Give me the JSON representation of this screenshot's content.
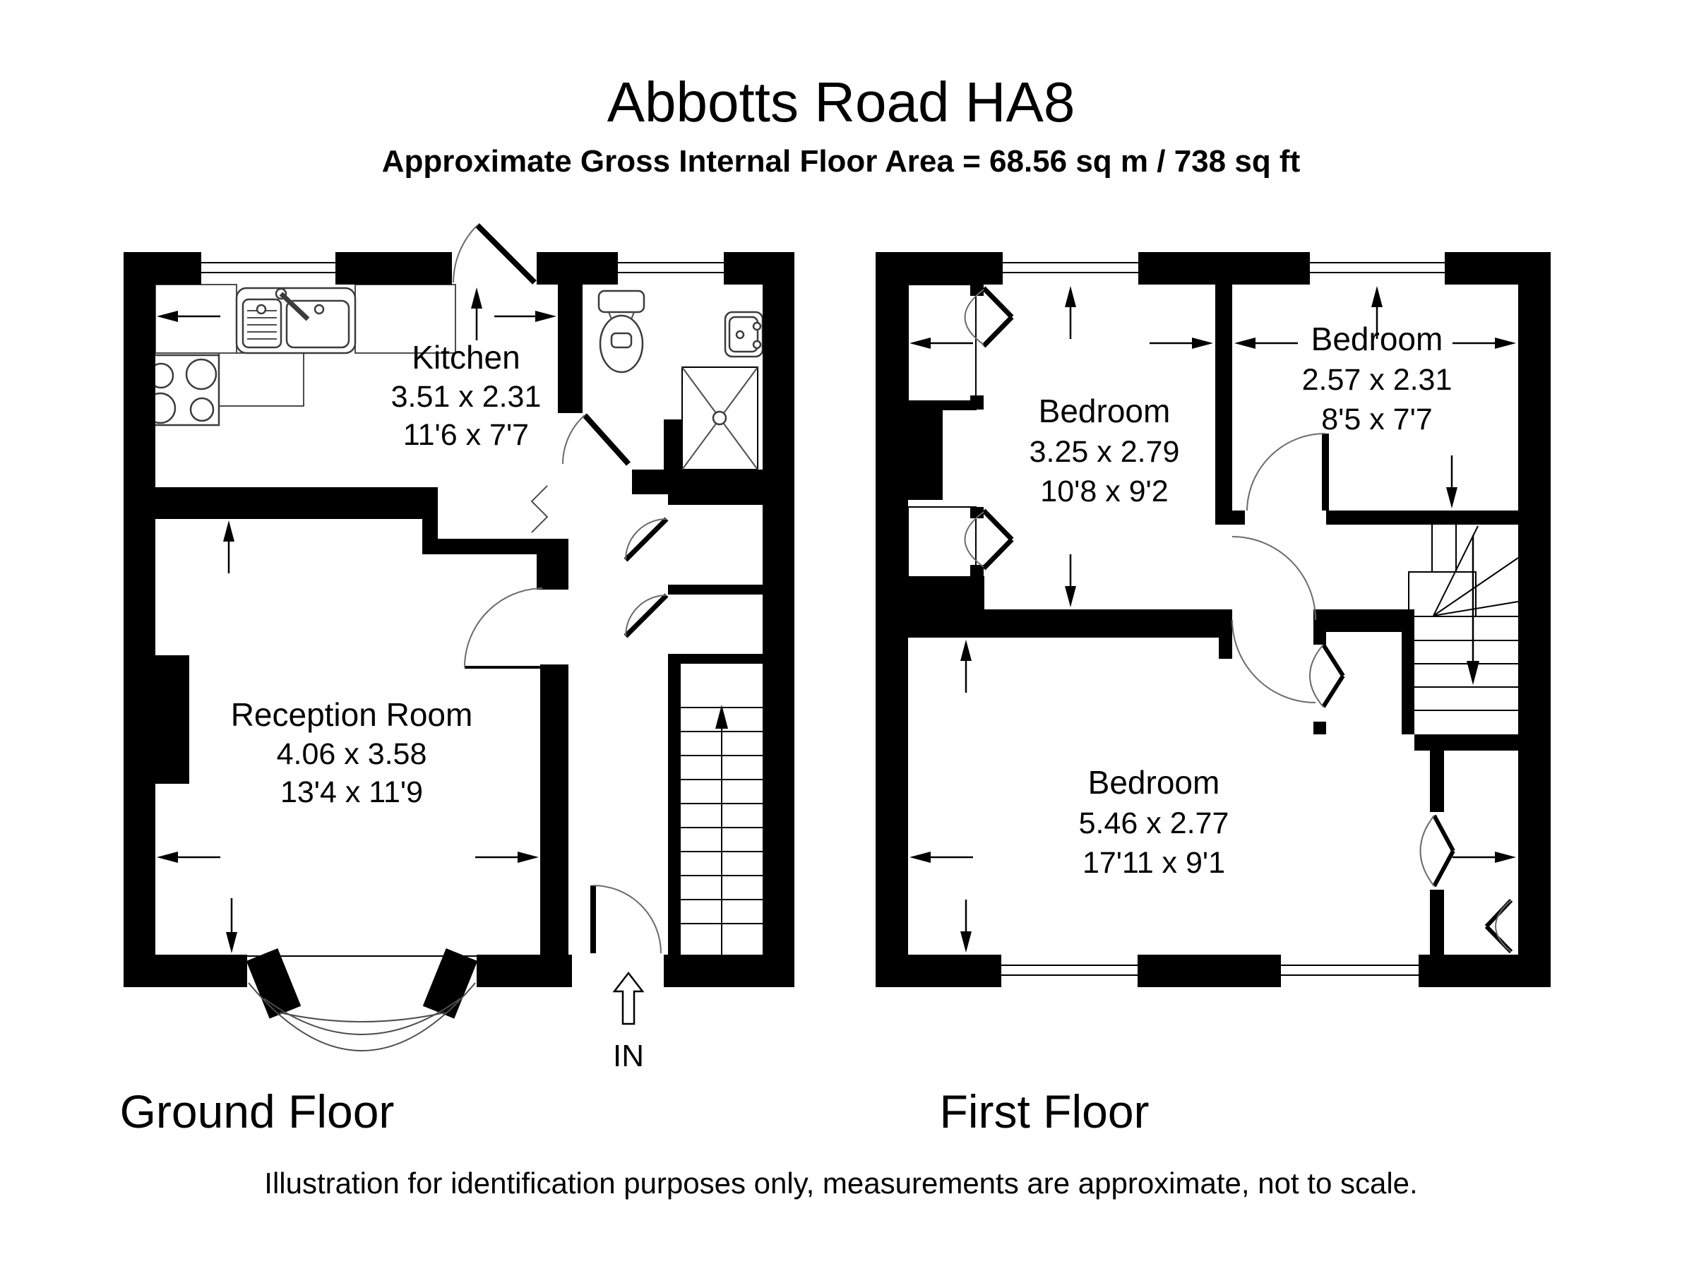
{
  "title": "Abbotts Road HA8",
  "subtitle": "Approximate Gross Internal Floor Area = 68.56 sq m / 738 sq ft",
  "footer": "Illustration for identification purposes only, measurements are approximate, not to scale.",
  "ground_floor": {
    "label": "Ground Floor",
    "in_label": "IN",
    "kitchen": {
      "name": "Kitchen",
      "metric": "3.51 x 2.31",
      "imperial": "11'6 x 7'7"
    },
    "reception": {
      "name": "Reception Room",
      "metric": "4.06 x 3.58",
      "imperial": "13'4 x 11'9"
    }
  },
  "first_floor": {
    "label": "First Floor",
    "bedroom1": {
      "name": "Bedroom",
      "metric": "3.25 x 2.79",
      "imperial": "10'8 x 9'2"
    },
    "bedroom2": {
      "name": "Bedroom",
      "metric": "2.57 x 2.31",
      "imperial": "8'5 x 7'7"
    },
    "bedroom3": {
      "name": "Bedroom",
      "metric": "5.46 x 2.77",
      "imperial": "17'11 x 9'1"
    }
  }
}
